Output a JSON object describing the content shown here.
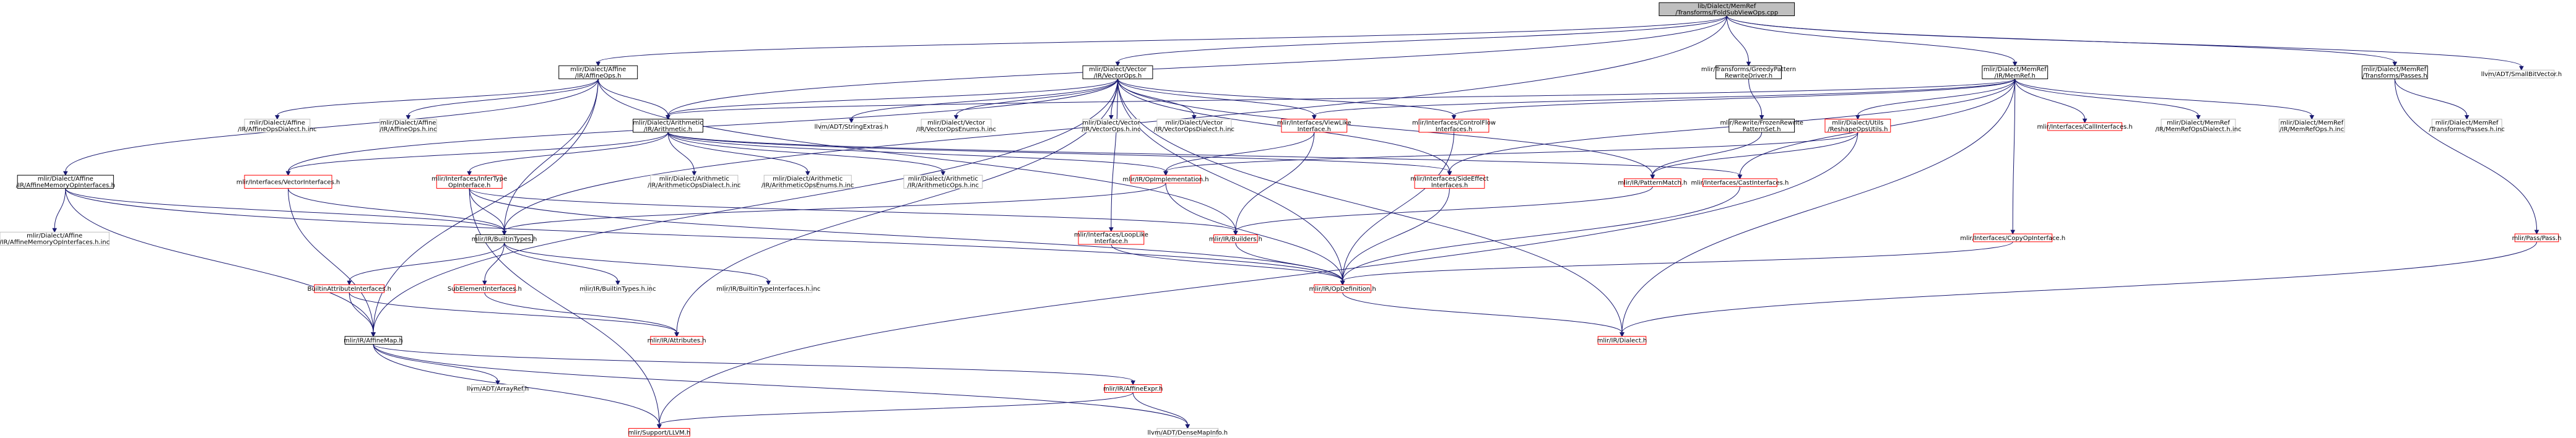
{
  "colors": {
    "root_fill": "#bfbfbf",
    "documented_border": "#000000",
    "undocumented_border": "#ff0000",
    "system_border": "#bfbfbf",
    "edge": "#191970",
    "text": "#000000",
    "background": "#ffffff"
  },
  "nodes": [
    {
      "id": "root",
      "lines": [
        "lib/Dialect/MemRef",
        "/Transforms/FoldSubViewOps.cpp"
      ],
      "style": "root"
    },
    {
      "id": "affineops",
      "lines": [
        "mlir/Dialect/Affine",
        "/IR/AffineOps.h"
      ],
      "style": "doc"
    },
    {
      "id": "vectorops",
      "lines": [
        "mlir/Dialect/Vector",
        "/IR/VectorOps.h"
      ],
      "style": "doc"
    },
    {
      "id": "greedy",
      "lines": [
        "mlir/Transforms/GreedyPattern",
        "RewriteDriver.h"
      ],
      "style": "doc"
    },
    {
      "id": "memref",
      "lines": [
        "mlir/Dialect/MemRef",
        "/IR/MemRef.h"
      ],
      "style": "doc"
    },
    {
      "id": "passes",
      "lines": [
        "mlir/Dialect/MemRef",
        "/Transforms/Passes.h"
      ],
      "style": "doc"
    },
    {
      "id": "smallbitvector",
      "lines": [
        "llvm/ADT/SmallBitVector.h"
      ],
      "style": "sys"
    },
    {
      "id": "affineopsdialect",
      "lines": [
        "mlir/Dialect/Affine",
        "/IR/AffineOpsDialect.h.inc"
      ],
      "style": "sys"
    },
    {
      "id": "affineopsinc",
      "lines": [
        "mlir/Dialect/Affine",
        "/IR/AffineOps.h.inc"
      ],
      "style": "sys"
    },
    {
      "id": "arithmetic",
      "lines": [
        "mlir/Dialect/Arithmetic",
        "/IR/Arithmetic.h"
      ],
      "style": "doc"
    },
    {
      "id": "stringextras",
      "lines": [
        "llvm/ADT/StringExtras.h"
      ],
      "style": "sys"
    },
    {
      "id": "vectoropsenums",
      "lines": [
        "mlir/Dialect/Vector",
        "/IR/VectorOpsEnums.h.inc"
      ],
      "style": "sys"
    },
    {
      "id": "vectoropsinc",
      "lines": [
        "mlir/Dialect/Vector",
        "/IR/VectorOps.h.inc"
      ],
      "style": "sys"
    },
    {
      "id": "vectoropsdialect",
      "lines": [
        "mlir/Dialect/Vector",
        "/IR/VectorOpsDialect.h.inc"
      ],
      "style": "sys"
    },
    {
      "id": "viewlike",
      "lines": [
        "mlir/Interfaces/ViewLike",
        "Interface.h"
      ],
      "style": "undoc"
    },
    {
      "id": "controlflow",
      "lines": [
        "mlir/Interfaces/ControlFlow",
        "Interfaces.h"
      ],
      "style": "undoc"
    },
    {
      "id": "frozen",
      "lines": [
        "mlir/Rewrite/FrozenRewrite",
        "PatternSet.h"
      ],
      "style": "doc"
    },
    {
      "id": "reshape",
      "lines": [
        "mlir/Dialect/Utils",
        "/ReshapeOpsUtils.h"
      ],
      "style": "undoc"
    },
    {
      "id": "callinterfaces",
      "lines": [
        "mlir/Interfaces/CallInterfaces.h"
      ],
      "style": "undoc"
    },
    {
      "id": "memrefopsdialect",
      "lines": [
        "mlir/Dialect/MemRef",
        "/IR/MemRefOpsDialect.h.inc"
      ],
      "style": "sys"
    },
    {
      "id": "memrefopsinc",
      "lines": [
        "mlir/Dialect/MemRef",
        "/IR/MemRefOps.h.inc"
      ],
      "style": "sys"
    },
    {
      "id": "passesinc",
      "lines": [
        "mlir/Dialect/MemRef",
        "/Transforms/Passes.h.inc"
      ],
      "style": "sys"
    },
    {
      "id": "affinememory",
      "lines": [
        "mlir/Dialect/Affine",
        "/IR/AffineMemoryOpInterfaces.h"
      ],
      "style": "doc"
    },
    {
      "id": "vectorinterfaces",
      "lines": [
        "mlir/Interfaces/VectorInterfaces.h"
      ],
      "style": "undoc"
    },
    {
      "id": "infertype",
      "lines": [
        "mlir/Interfaces/InferType",
        "OpInterface.h"
      ],
      "style": "undoc"
    },
    {
      "id": "arithdialect",
      "lines": [
        "mlir/Dialect/Arithmetic",
        "/IR/ArithmeticOpsDialect.h.inc"
      ],
      "style": "sys"
    },
    {
      "id": "arithenums",
      "lines": [
        "mlir/Dialect/Arithmetic",
        "/IR/ArithmeticOpsEnums.h.inc"
      ],
      "style": "sys"
    },
    {
      "id": "arithops",
      "lines": [
        "mlir/Dialect/Arithmetic",
        "/IR/ArithmeticOps.h.inc"
      ],
      "style": "sys"
    },
    {
      "id": "opimpl",
      "lines": [
        "mlir/IR/OpImplementation.h"
      ],
      "style": "undoc"
    },
    {
      "id": "sideeffect",
      "lines": [
        "mlir/Interfaces/SideEffect",
        "Interfaces.h"
      ],
      "style": "undoc"
    },
    {
      "id": "patternmatch",
      "lines": [
        "mlir/IR/PatternMatch.h"
      ],
      "style": "undoc"
    },
    {
      "id": "castinterfaces",
      "lines": [
        "mlir/Interfaces/CastInterfaces.h"
      ],
      "style": "undoc"
    },
    {
      "id": "pass",
      "lines": [
        "mlir/Pass/Pass.h"
      ],
      "style": "undoc"
    },
    {
      "id": "affinememoryinc",
      "lines": [
        "mlir/Dialect/Affine",
        "/IR/AffineMemoryOpInterfaces.h.inc"
      ],
      "style": "sys"
    },
    {
      "id": "builtintypes",
      "lines": [
        "mlir/IR/BuiltinTypes.h"
      ],
      "style": "doc"
    },
    {
      "id": "looplike",
      "lines": [
        "mlir/Interfaces/LoopLike",
        "Interface.h"
      ],
      "style": "undoc"
    },
    {
      "id": "builders",
      "lines": [
        "mlir/IR/Builders.h"
      ],
      "style": "undoc"
    },
    {
      "id": "copyop",
      "lines": [
        "mlir/Interfaces/CopyOpInterface.h"
      ],
      "style": "undoc"
    },
    {
      "id": "builtinattrint",
      "lines": [
        "BuiltinAttributeInterfaces.h"
      ],
      "style": "undoc"
    },
    {
      "id": "subelement",
      "lines": [
        "SubElementInterfaces.h"
      ],
      "style": "undoc"
    },
    {
      "id": "builtintypesinc",
      "lines": [
        "mlir/IR/BuiltinTypes.h.inc"
      ],
      "style": "sys"
    },
    {
      "id": "builtintypeintinc",
      "lines": [
        "mlir/IR/BuiltinTypeInterfaces.h.inc"
      ],
      "style": "sys"
    },
    {
      "id": "opdefinition",
      "lines": [
        "mlir/IR/OpDefinition.h"
      ],
      "style": "undoc"
    },
    {
      "id": "affinemap",
      "lines": [
        "mlir/IR/AffineMap.h"
      ],
      "style": "doc"
    },
    {
      "id": "attributes",
      "lines": [
        "mlir/IR/Attributes.h"
      ],
      "style": "undoc"
    },
    {
      "id": "dialect",
      "lines": [
        "mlir/IR/Dialect.h"
      ],
      "style": "undoc"
    },
    {
      "id": "arrayref",
      "lines": [
        "llvm/ADT/ArrayRef.h"
      ],
      "style": "sys"
    },
    {
      "id": "affineexpr",
      "lines": [
        "mlir/IR/AffineExpr.h"
      ],
      "style": "undoc"
    },
    {
      "id": "llvmh",
      "lines": [
        "mlir/Support/LLVM.h"
      ],
      "style": "undoc"
    },
    {
      "id": "densemapinfo",
      "lines": [
        "llvm/ADT/DenseMapInfo.h"
      ],
      "style": "sys"
    }
  ]
}
